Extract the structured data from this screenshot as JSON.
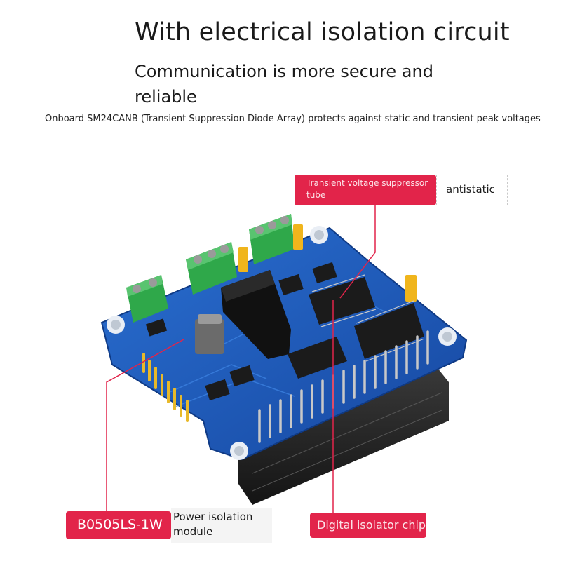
{
  "heading": {
    "title": "With electrical isolation circuit",
    "subtitle": "Communication is more secure and reliable",
    "description": "Onboard SM24CANB (Transient Suppression Diode Array) protects against static and transient peak voltages"
  },
  "callouts": {
    "tvs_label": "Transient voltage suppressor tube",
    "tvs_note": "antistatic",
    "power_chip": "B0505LS-1W",
    "power_desc": "Power isolation module",
    "isolator": "Digital isolator chip"
  },
  "colors": {
    "accent": "#e2244a",
    "pcb": "#1e5fbf",
    "terminal": "#2fa84a",
    "header": "#2a2a2a"
  }
}
